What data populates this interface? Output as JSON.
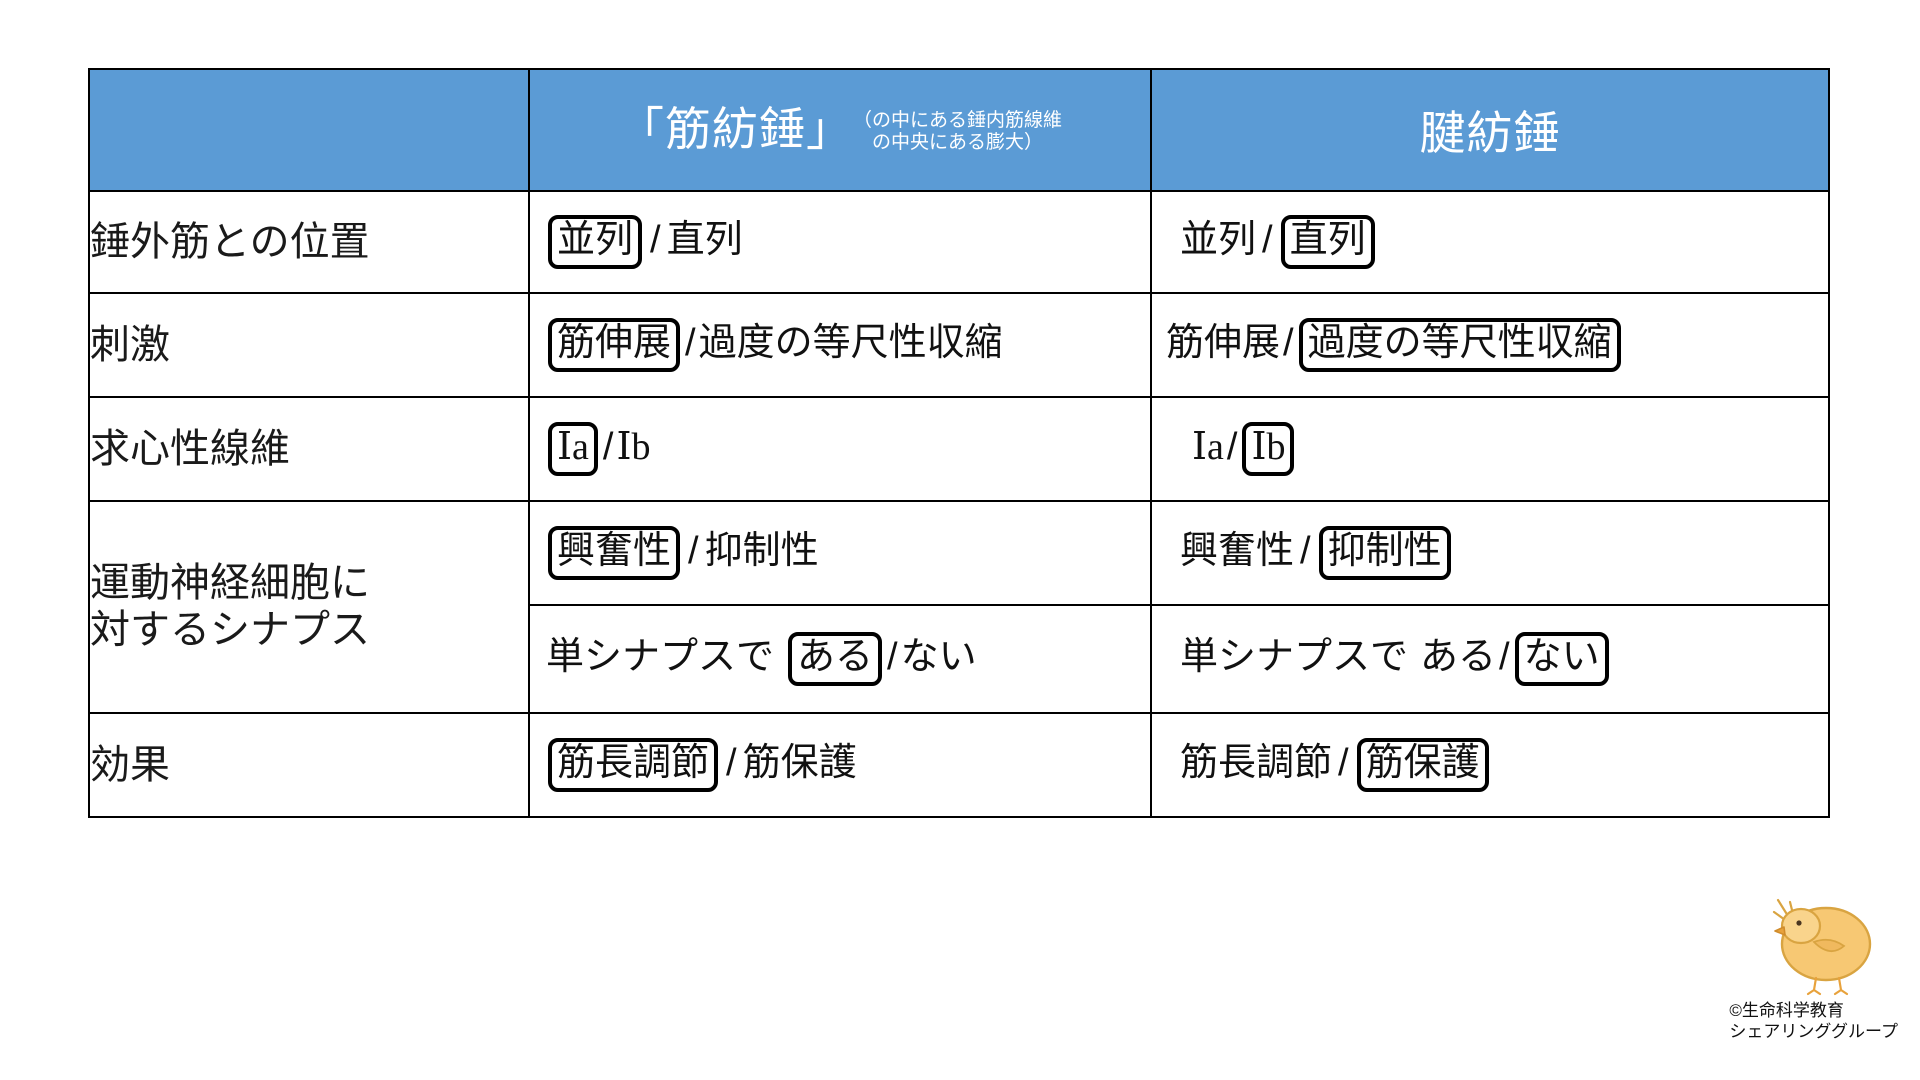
{
  "table": {
    "columns": {
      "label_blank": "",
      "spindle": {
        "title": "「筋紡錘」",
        "note_line1": "（の中にある錘内筋線維",
        "note_line2": "の中央にある膨大）"
      },
      "tendon": {
        "title": "腱紡錘"
      }
    },
    "header_bg": "#5B9BD5",
    "header_text_color": "#FFFFFF",
    "rows": [
      {
        "label": "錘外筋との位置",
        "spindle": {
          "prefix": "",
          "option_a": "並列",
          "separator": "/",
          "option_b": "直列",
          "selected": "a"
        },
        "tendon": {
          "prefix": "",
          "option_a": "並列",
          "separator": "/",
          "option_b": "直列",
          "selected": "b"
        }
      },
      {
        "label": "刺激",
        "spindle": {
          "prefix": "",
          "option_a": "筋伸展",
          "separator": "/",
          "option_b": "過度の等尺性収縮",
          "selected": "a"
        },
        "tendon": {
          "prefix": "",
          "option_a": "筋伸展",
          "separator": "/",
          "option_b": "過度の等尺性収縮",
          "selected": "b"
        }
      },
      {
        "label": "求心性線維",
        "spindle": {
          "prefix": "",
          "option_a": "Ⅰa",
          "separator": "/",
          "option_b": "Ⅰb",
          "selected": "a"
        },
        "tendon": {
          "prefix": "",
          "option_a": "Ⅰa",
          "separator": "/",
          "option_b": "Ⅰb",
          "selected": "b"
        }
      },
      {
        "label_line1": "運動神経細胞に",
        "label_line2": "対するシナプス",
        "spindle": {
          "prefix": "",
          "option_a": "興奮性",
          "separator": "/",
          "option_b": "抑制性",
          "selected": "a"
        },
        "tendon": {
          "prefix": "",
          "option_a": "興奮性",
          "separator": "/",
          "option_b": "抑制性",
          "selected": "b"
        }
      },
      {
        "label": "",
        "spindle": {
          "prefix": "単シナプスで",
          "option_a": "ある",
          "separator": "/",
          "option_b": "ない",
          "selected": "a"
        },
        "tendon": {
          "prefix": "単シナプスで",
          "option_a": "ある",
          "separator": "/",
          "option_b": "ない",
          "selected": "b"
        }
      },
      {
        "label": "効果",
        "spindle": {
          "prefix": "",
          "option_a": "筋長調節",
          "separator": "/",
          "option_b": "筋保護",
          "selected": "a"
        },
        "tendon": {
          "prefix": "",
          "option_a": "筋長調節",
          "separator": "/",
          "option_b": "筋保護",
          "selected": "b"
        }
      }
    ]
  },
  "credit": {
    "line1": "©生命科学教育",
    "line2": "シェアリンググループ"
  }
}
